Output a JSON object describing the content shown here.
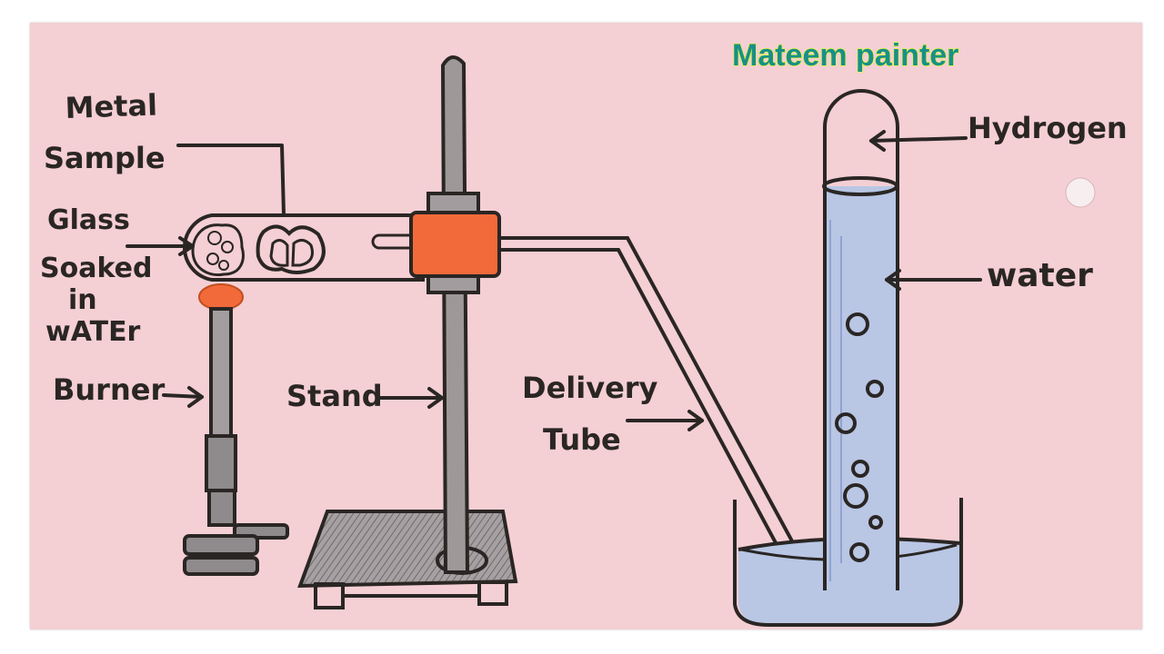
{
  "watermark": "Mateem painter",
  "labels": {
    "metal": "Metal",
    "sample": "Sample",
    "glass": "Glass",
    "soaked": "Soaked",
    "in": "in",
    "water_caps": "wATEr",
    "burner": "Burner",
    "stand": "Stand",
    "delivery": "Delivery",
    "tube": "Tube",
    "hydrogen": "Hydrogen",
    "water": "water"
  },
  "colors": {
    "paper": "#f4cfd4",
    "ink": "#2a2624",
    "flame_orange": "#f26a3a",
    "water_blue": "#b9c6e4",
    "base_grey": "#8f8a8c"
  }
}
